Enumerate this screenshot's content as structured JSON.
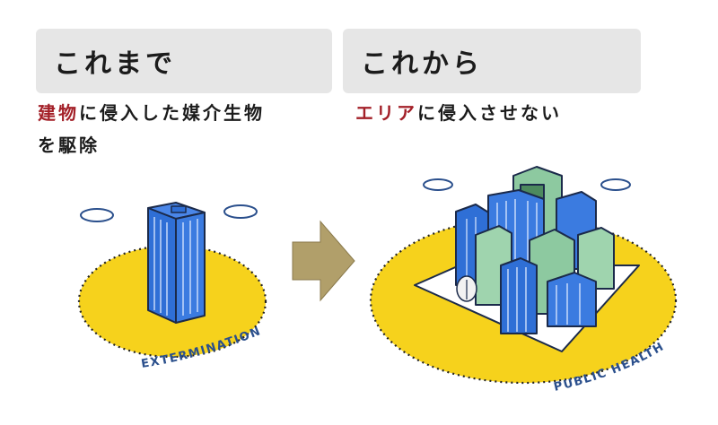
{
  "left_panel": {
    "title": "これまで",
    "desc_highlight": "建物",
    "desc_line1_rest": "に侵入した媒介生物",
    "desc_line2": "を駆除",
    "caption": "EXTERMINATION"
  },
  "right_panel": {
    "title": "これから",
    "desc_highlight": "エリア",
    "desc_rest": "に侵入させない",
    "caption": "PUBLIC HEALTH"
  },
  "colors": {
    "header_bg": "#e6e6e6",
    "highlight": "#a32028",
    "zone_yellow": "#f6d21c",
    "building_blue": "#2f6fd6",
    "building_green": "#8dc9a0",
    "arrow": "#b19f6a"
  },
  "icons": [
    "cloud-icon",
    "building-icon",
    "arrow-right-icon",
    "city-icon",
    "tree-icon"
  ]
}
